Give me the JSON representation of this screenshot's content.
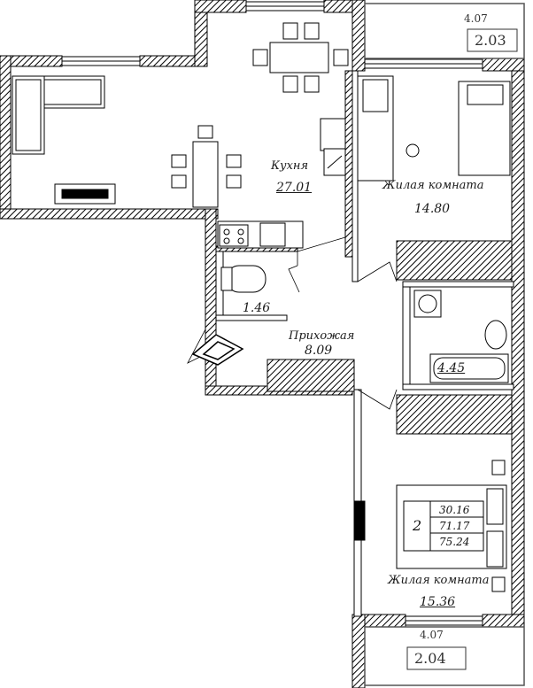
{
  "rooms": {
    "kitchen": {
      "name": "Кухня",
      "area": "27.01"
    },
    "bedroom_top": {
      "name": "Жилая комната",
      "area": "14.80"
    },
    "wc": {
      "area": "1.46"
    },
    "hall": {
      "name": "Прихожая",
      "area": "8.09"
    },
    "bath": {
      "area": "4.45"
    },
    "bedroom_bottom": {
      "name": "Жилая комната",
      "area": "15.36"
    }
  },
  "balconies": {
    "top": {
      "full": "4.07",
      "reduced": "2.03"
    },
    "bottom": {
      "full": "4.07",
      "reduced": "2.04"
    }
  },
  "summary": {
    "rooms_count": "2",
    "living_area": "30.16",
    "total_area": "71.17",
    "total_with_balconies": "75.24"
  }
}
